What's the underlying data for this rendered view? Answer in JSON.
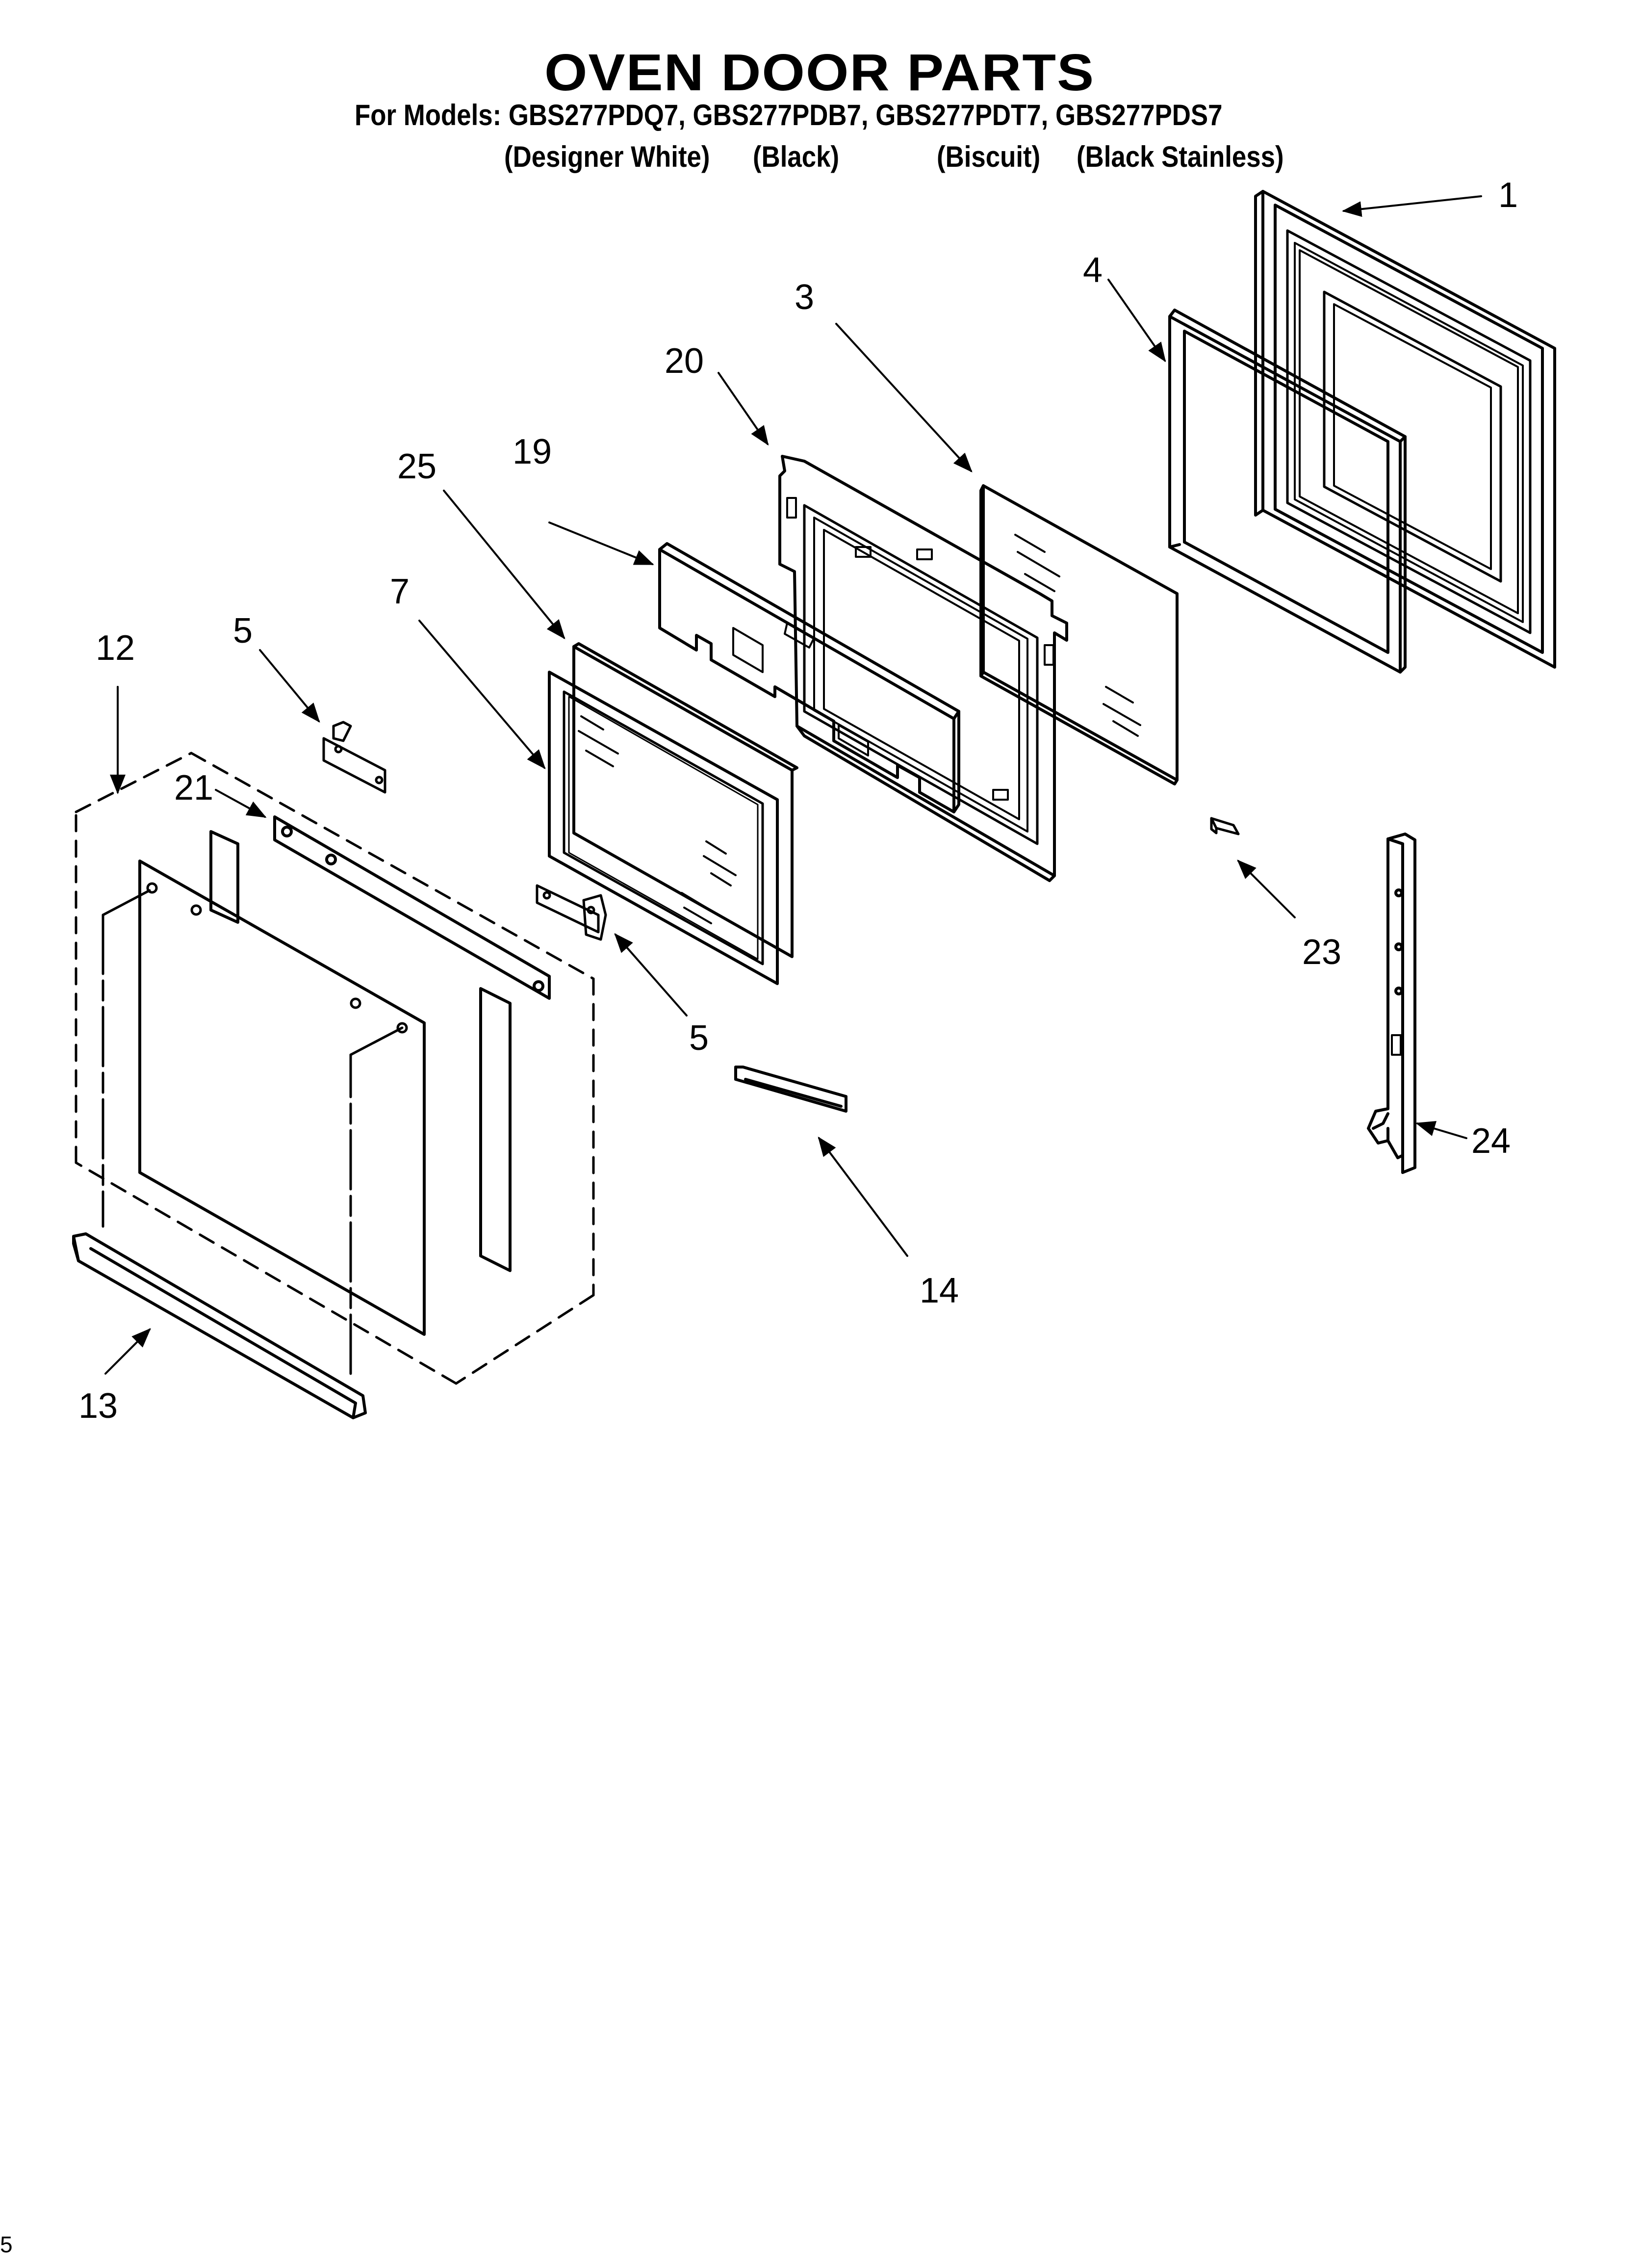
{
  "header": {
    "title": "OVEN DOOR PARTS",
    "models_line": "For Models: GBS277PDQ7, GBS277PDB7, GBS277PDT7, GBS277PDS7",
    "colors": [
      "(Designer White)",
      "(Black)",
      "(Biscuit)",
      "(Black Stainless)"
    ]
  },
  "callouts": {
    "c1": "1",
    "c3": "3",
    "c4": "4",
    "c20": "20",
    "c25": "25",
    "c19": "19",
    "c7": "7",
    "c12": "12",
    "c5a": "5",
    "c21": "21",
    "c5b": "5",
    "c23": "23",
    "c24": "24",
    "c14": "14",
    "c13": "13"
  },
  "footer": {
    "page_number": "5"
  },
  "style": {
    "line_color": "#000000",
    "background": "#ffffff"
  }
}
